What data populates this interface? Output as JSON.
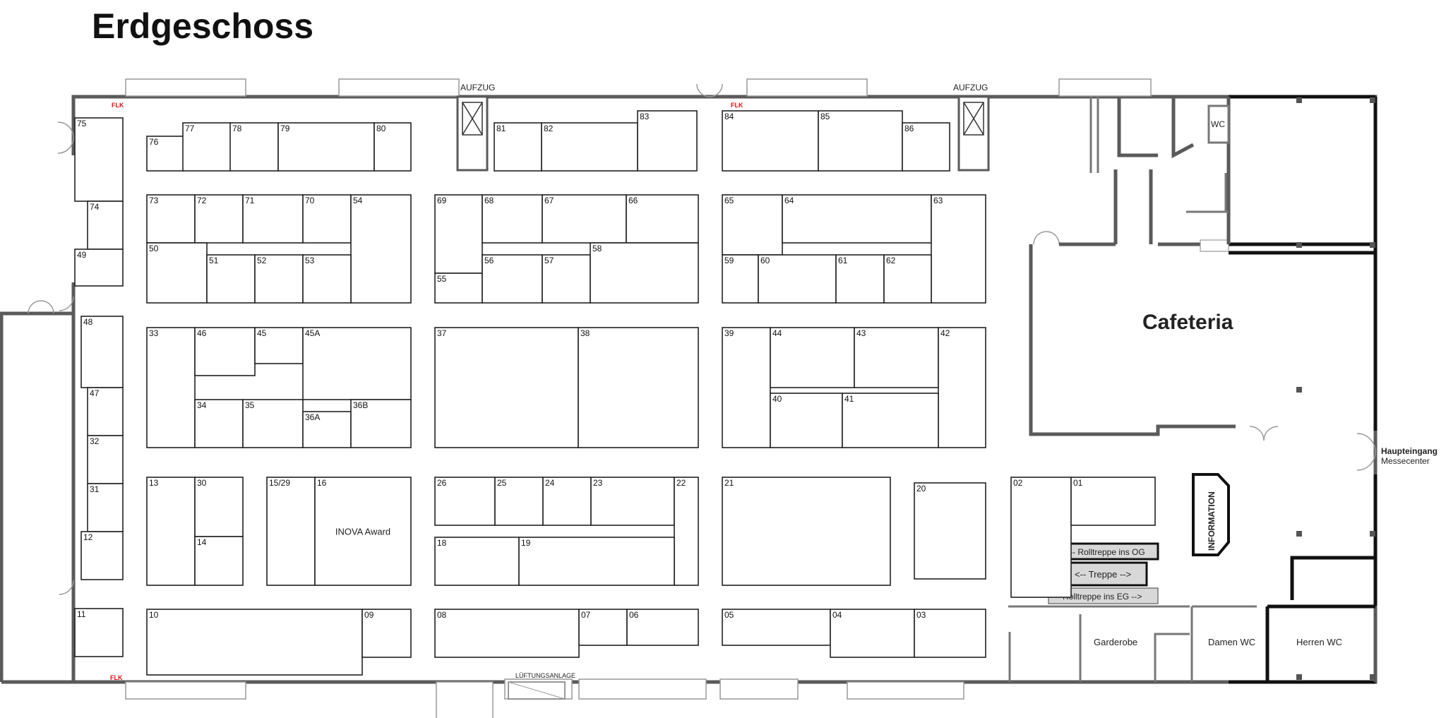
{
  "title": "Erdgeschoss",
  "colors": {
    "highlight": "#c4a46c",
    "escalator": "#d8d8d8",
    "wall": "#5a5a5a"
  },
  "booths": [
    {
      "id": "75"
    },
    {
      "id": "76"
    },
    {
      "id": "77"
    },
    {
      "id": "78"
    },
    {
      "id": "79"
    },
    {
      "id": "80"
    },
    {
      "id": "81"
    },
    {
      "id": "82"
    },
    {
      "id": "83"
    },
    {
      "id": "84"
    },
    {
      "id": "85"
    },
    {
      "id": "86"
    },
    {
      "id": "74"
    },
    {
      "id": "49"
    },
    {
      "id": "73"
    },
    {
      "id": "72"
    },
    {
      "id": "71"
    },
    {
      "id": "70"
    },
    {
      "id": "54"
    },
    {
      "id": "50"
    },
    {
      "id": "51"
    },
    {
      "id": "52"
    },
    {
      "id": "53"
    },
    {
      "id": "69"
    },
    {
      "id": "68"
    },
    {
      "id": "67"
    },
    {
      "id": "66"
    },
    {
      "id": "55"
    },
    {
      "id": "56"
    },
    {
      "id": "57"
    },
    {
      "id": "58"
    },
    {
      "id": "65"
    },
    {
      "id": "64"
    },
    {
      "id": "63"
    },
    {
      "id": "59"
    },
    {
      "id": "60"
    },
    {
      "id": "61"
    },
    {
      "id": "62"
    },
    {
      "id": "48"
    },
    {
      "id": "47"
    },
    {
      "id": "32"
    },
    {
      "id": "31"
    },
    {
      "id": "12"
    },
    {
      "id": "11"
    },
    {
      "id": "33"
    },
    {
      "id": "46"
    },
    {
      "id": "45"
    },
    {
      "id": "45A"
    },
    {
      "id": "34"
    },
    {
      "id": "35"
    },
    {
      "id": "36A"
    },
    {
      "id": "36B"
    },
    {
      "id": "37"
    },
    {
      "id": "38"
    },
    {
      "id": "39"
    },
    {
      "id": "44"
    },
    {
      "id": "43"
    },
    {
      "id": "42"
    },
    {
      "id": "40"
    },
    {
      "id": "41"
    },
    {
      "id": "13"
    },
    {
      "id": "30"
    },
    {
      "id": "14"
    },
    {
      "id": "15/29"
    },
    {
      "id": "16",
      "label": "INOVA Award"
    },
    {
      "id": "26"
    },
    {
      "id": "25"
    },
    {
      "id": "24"
    },
    {
      "id": "23"
    },
    {
      "id": "22"
    },
    {
      "id": "18"
    },
    {
      "id": "19"
    },
    {
      "id": "21"
    },
    {
      "id": "20"
    },
    {
      "id": "02"
    },
    {
      "id": "01"
    },
    {
      "id": "10"
    },
    {
      "id": "09"
    },
    {
      "id": "08"
    },
    {
      "id": "07"
    },
    {
      "id": "06"
    },
    {
      "id": "05"
    },
    {
      "id": "04"
    },
    {
      "id": "03"
    }
  ],
  "rooms": {
    "cafeteria": "Cafeteria",
    "information": "INFORMATION",
    "garderobe": "Garderobe",
    "damen_wc": "Damen WC",
    "herren_wc": "Herren WC",
    "wc": "WC",
    "lueftung": "LÜFTUNGSANLAGE"
  },
  "elevators": [
    "AUFZUG",
    "AUFZUG"
  ],
  "stairs": {
    "rolltreppe_og": "<-- Rolltreppe ins OG",
    "treppe": "<-- Treppe -->",
    "rolltreppe_eg": "Rolltreppe ins EG -->"
  },
  "entrance": {
    "name": "Haupteingang",
    "sub": "Messecenter"
  },
  "flk_label": "FLK"
}
